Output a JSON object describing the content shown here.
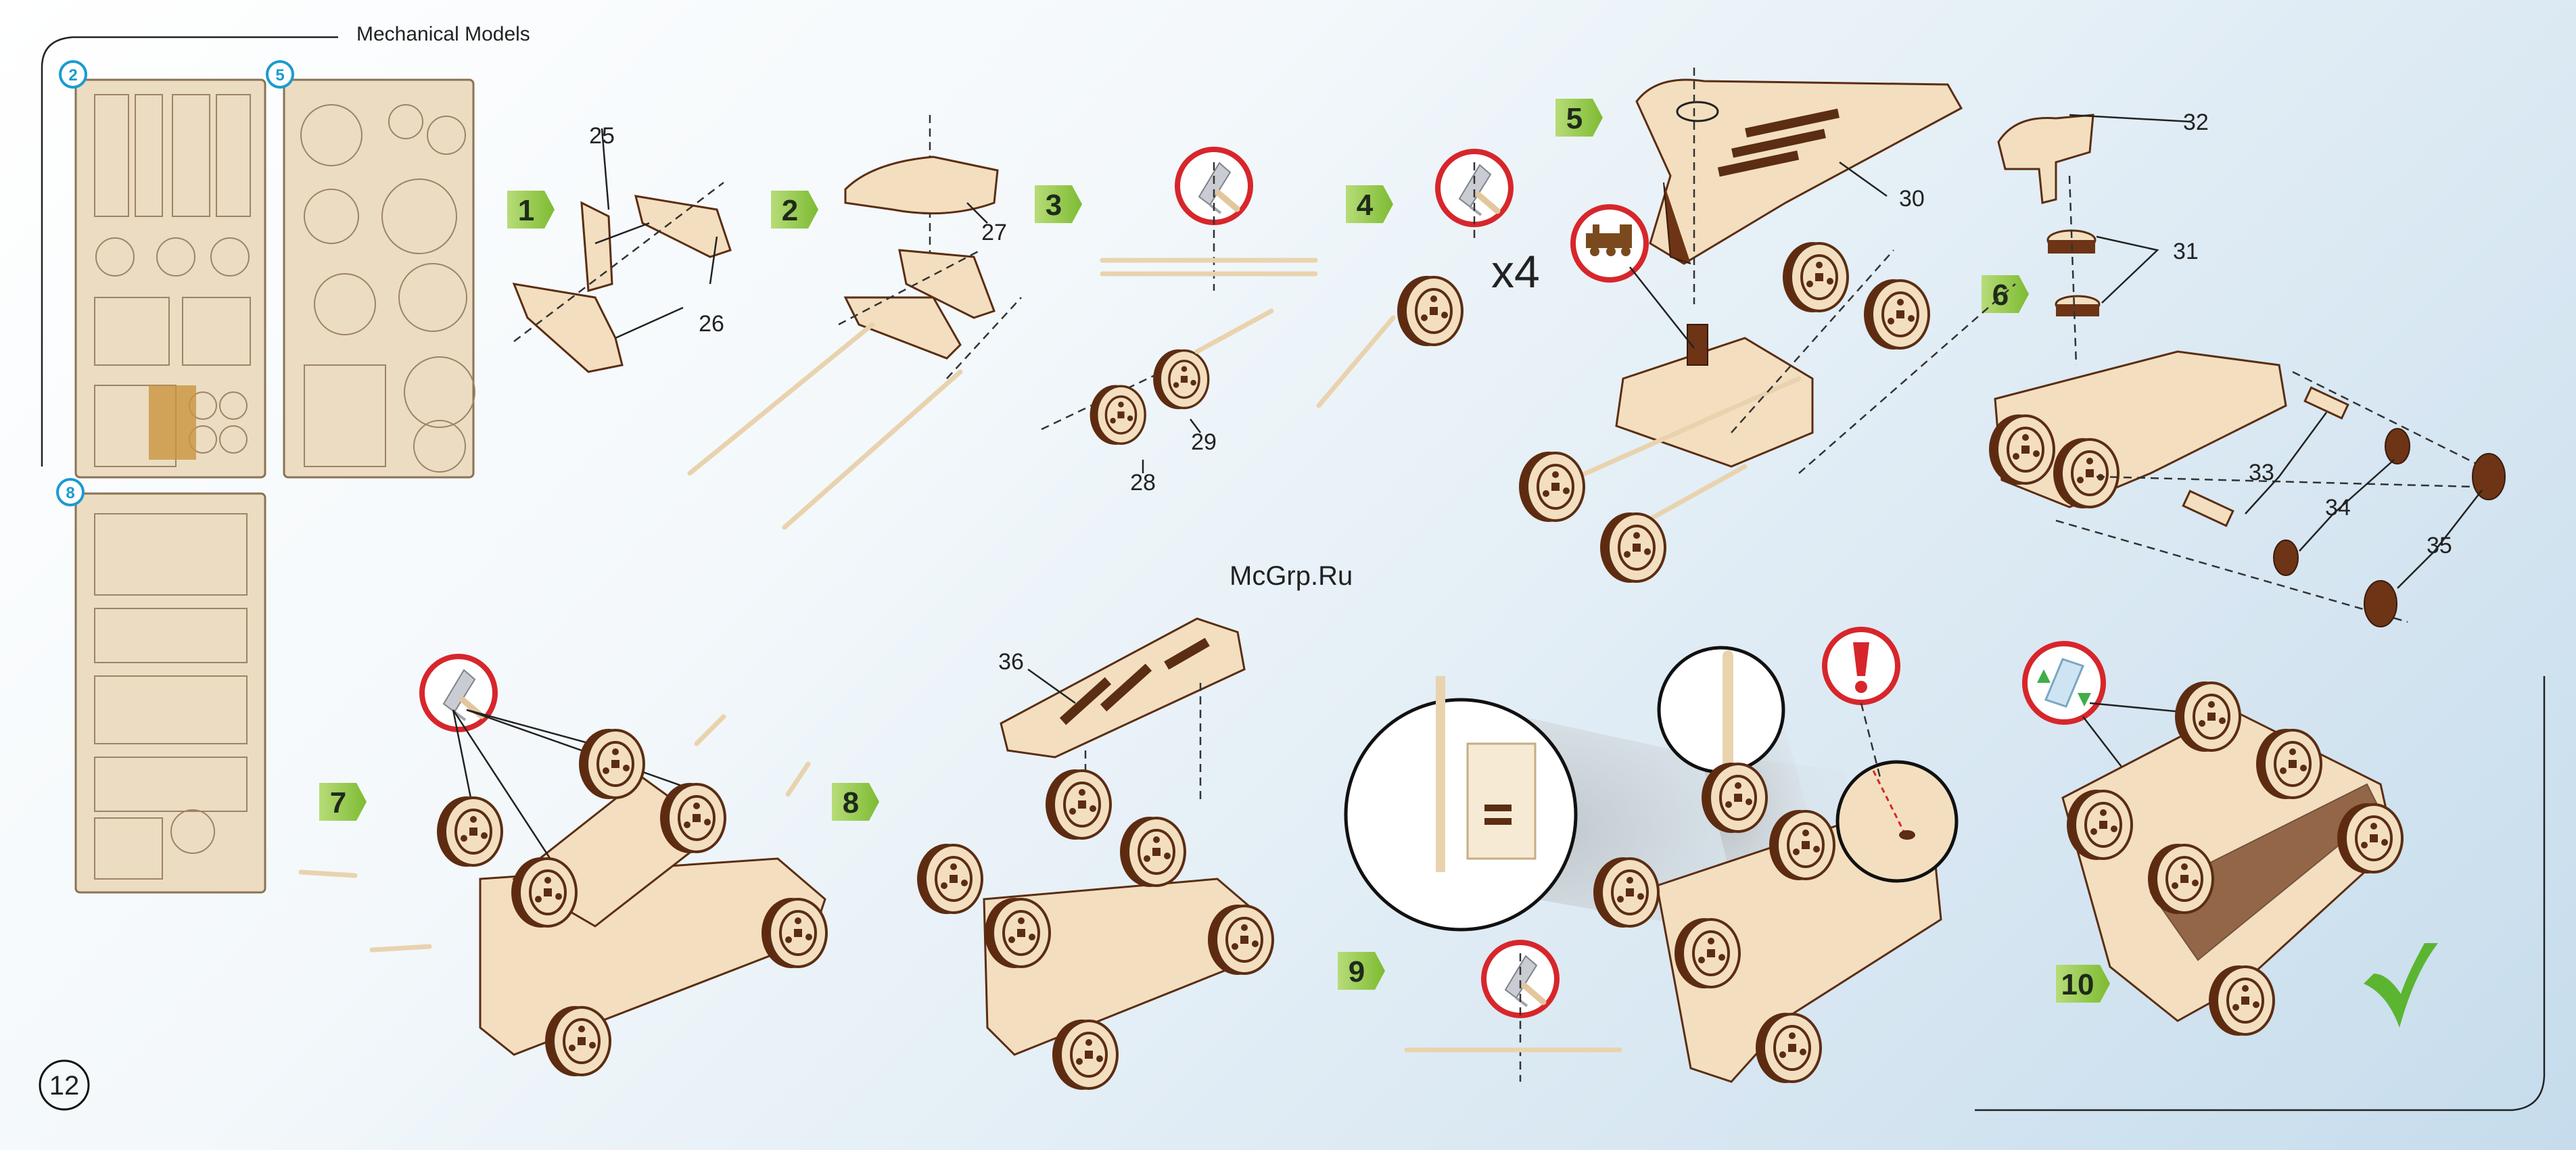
{
  "header": {
    "title": "Mechanical Models"
  },
  "page_number": "12",
  "watermark": "McGrp.Ru",
  "sheets": [
    {
      "badge": "2"
    },
    {
      "badge": "5"
    },
    {
      "badge": "8"
    }
  ],
  "steps": [
    "1",
    "2",
    "3",
    "4",
    "5",
    "6",
    "7",
    "8",
    "9",
    "10"
  ],
  "multiplier": "x4",
  "parts": {
    "p25": "25",
    "p26": "26",
    "p27": "27",
    "p28": "28",
    "p29": "29",
    "p30": "30",
    "p31": "31",
    "p32": "32",
    "p33": "33",
    "p34": "34",
    "p35": "35",
    "p36": "36"
  },
  "colors": {
    "step_green": "#8cc63e",
    "warning_red": "#d7262b",
    "check_green": "#5bb531",
    "wood_light": "#f3dfbf",
    "wood_dark": "#6d3416"
  },
  "icons": [
    "knife-icon",
    "train-head-icon",
    "exclamation-icon",
    "wax-icon",
    "checkmark-icon"
  ]
}
